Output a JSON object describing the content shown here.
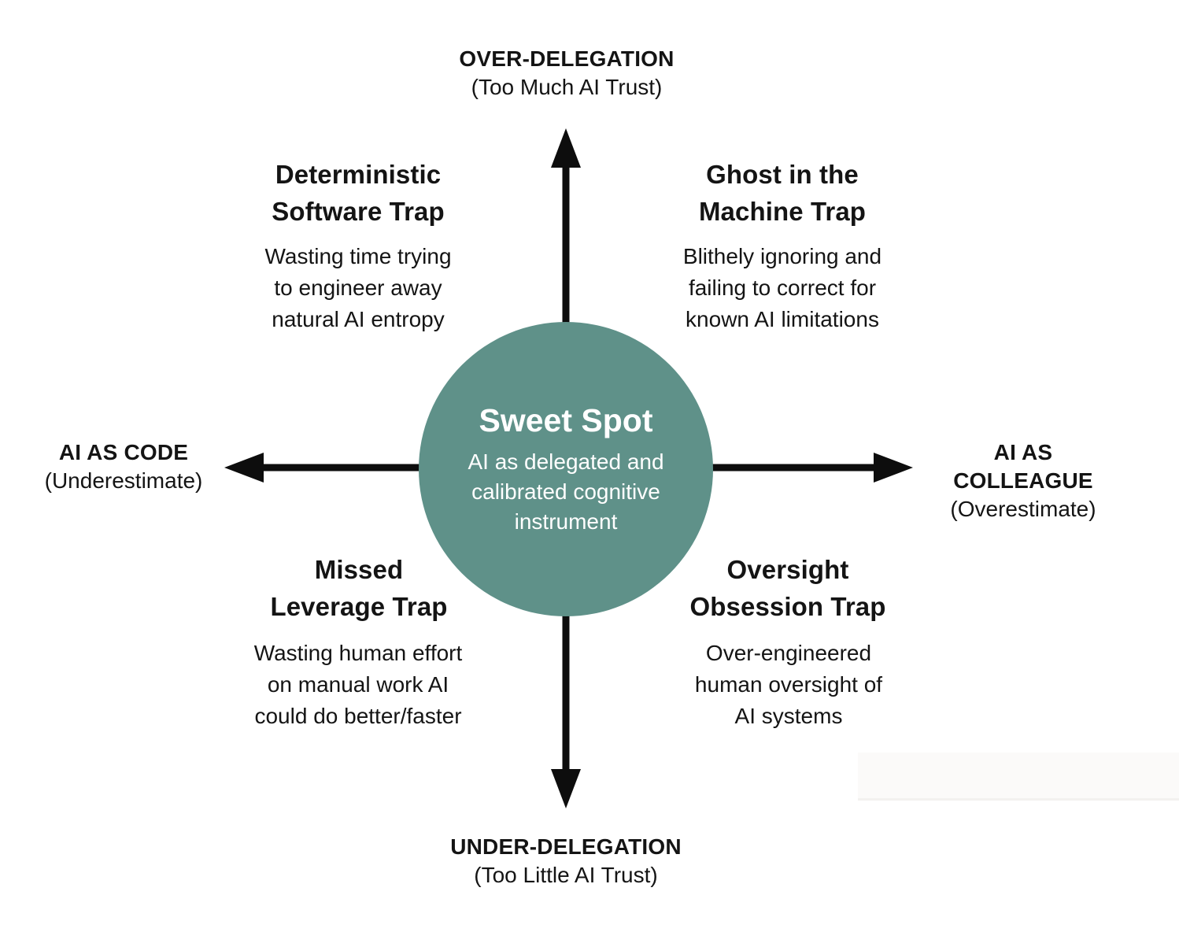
{
  "colors": {
    "background": "#ffffff",
    "ink": "#141414",
    "arrow": "#0d0d0d",
    "circle_fill": "#5f9189",
    "circle_text": "#ffffff"
  },
  "axes": {
    "top": {
      "label": "OVER-DELEGATION",
      "sublabel": "(Too Much AI Trust)"
    },
    "bottom": {
      "label": "UNDER-DELEGATION",
      "sublabel": "(Too Little AI Trust)"
    },
    "left": {
      "label": "AI AS CODE",
      "sublabel": "(Underestimate)"
    },
    "right": {
      "label": "AI AS COLLEAGUE",
      "sublabel": "(Overestimate)"
    }
  },
  "center": {
    "title": "Sweet Spot",
    "description_lines": [
      "AI as delegated and",
      "calibrated cognitive",
      "instrument"
    ]
  },
  "quadrants": {
    "top_left": {
      "title_lines": [
        "Deterministic",
        "Software Trap"
      ],
      "body_lines": [
        "Wasting time trying",
        "to engineer away",
        "natural AI entropy"
      ]
    },
    "top_right": {
      "title_lines": [
        "Ghost in the",
        "Machine Trap"
      ],
      "body_lines": [
        "Blithely ignoring and",
        "failing to correct for",
        "known AI limitations"
      ]
    },
    "bottom_left": {
      "title_lines": [
        "Missed",
        "Leverage Trap"
      ],
      "body_lines": [
        "Wasting human effort",
        "on manual work AI",
        "could do better/faster"
      ]
    },
    "bottom_right": {
      "title_lines": [
        "Oversight",
        "Obsession Trap"
      ],
      "body_lines": [
        "Over-engineered",
        "human oversight of",
        "AI systems"
      ]
    }
  }
}
